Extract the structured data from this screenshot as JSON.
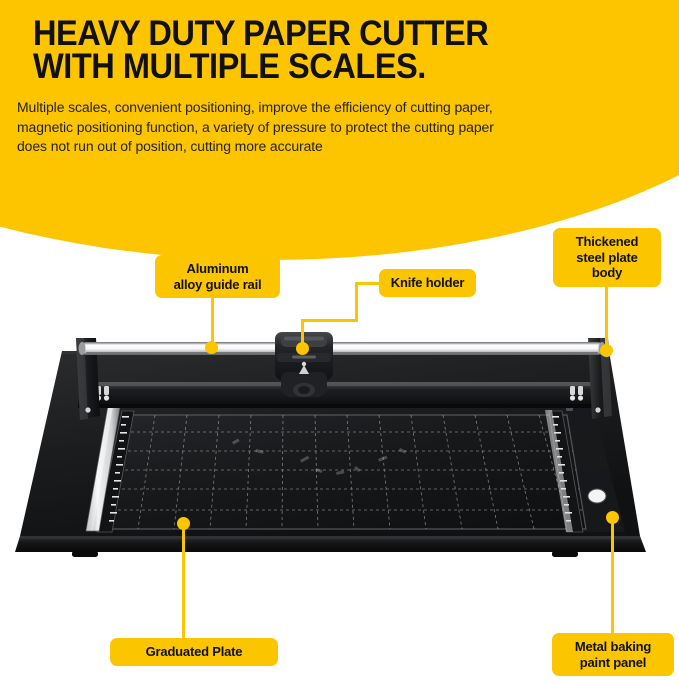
{
  "theme": {
    "brand_yellow": "#FDC500",
    "badge_yellow": "#FBC500",
    "text_dark": "#111111",
    "body_text": "#232323",
    "background": "#FFFFFF",
    "product_black": "#1c1c1c"
  },
  "header": {
    "title_line1": "HEAVY DUTY PAPER CUTTER",
    "title_line2": "WITH MULTIPLE SCALES.",
    "description_line1": "Multiple scales, convenient positioning, improve the efficiency of cutting paper,",
    "description_line2": "magnetic positioning function, a variety of pressure to protect the cutting paper",
    "description_line3": "does not run out of position, cutting more accurate"
  },
  "callouts": [
    {
      "id": "aluminum-alloy-guide-rail",
      "lines": [
        "Aluminum",
        "alloy guide rail"
      ]
    },
    {
      "id": "knife-holder",
      "lines": [
        "Knife holder"
      ]
    },
    {
      "id": "thickened-steel-plate-body",
      "lines": [
        "Thickened",
        "steel plate",
        "body"
      ]
    },
    {
      "id": "graduated-plate",
      "lines": [
        "Graduated Plate"
      ]
    },
    {
      "id": "metal-baking-paint-panel",
      "lines": [
        "Metal baking",
        "paint panel"
      ]
    }
  ],
  "product": {
    "name": "heavy-duty-paper-cutter",
    "parts": [
      "aluminum-alloy-guide-rail",
      "knife-holder",
      "cutting-mat",
      "graduated-plate",
      "steel-plate-body",
      "metal-baking-paint-panel"
    ]
  }
}
